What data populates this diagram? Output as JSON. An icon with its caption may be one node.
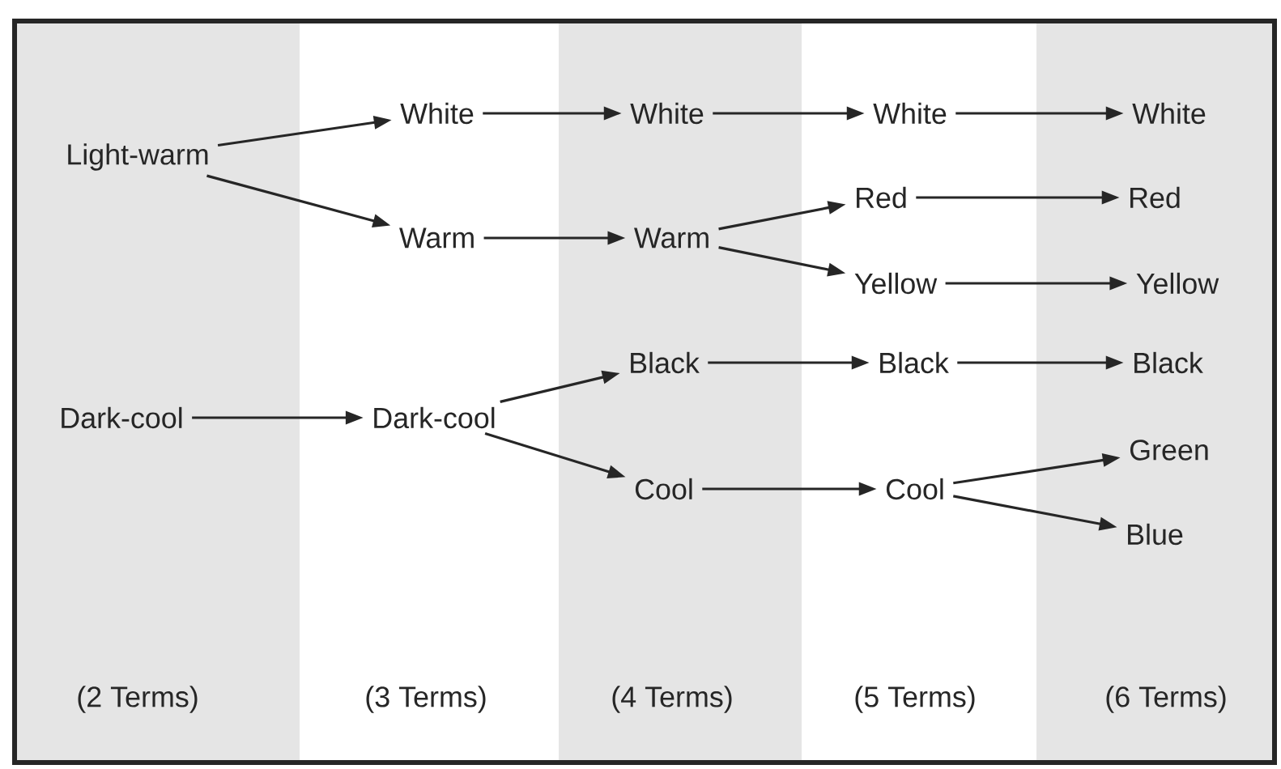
{
  "diagram": {
    "nodes": [
      {
        "text": [
          "Light-warm"
        ]
      },
      {
        "text": [
          "Dark-cool"
        ]
      },
      {
        "text": [
          "White"
        ]
      },
      {
        "text": [
          "Warm"
        ]
      },
      {
        "text": [
          "Dark-cool"
        ]
      },
      {
        "text": [
          "White"
        ]
      },
      {
        "text": [
          "Warm"
        ]
      },
      {
        "text": [
          "Black"
        ]
      },
      {
        "text": [
          "Cool"
        ]
      },
      {
        "text": [
          "White"
        ]
      },
      {
        "text": [
          "Red"
        ]
      },
      {
        "text": [
          "Yellow"
        ]
      },
      {
        "text": [
          "Black"
        ]
      },
      {
        "text": [
          "Cool"
        ]
      },
      {
        "text": [
          "White"
        ]
      },
      {
        "text": [
          "Red"
        ]
      },
      {
        "text": [
          "Yellow"
        ]
      },
      {
        "text": [
          "Black"
        ]
      },
      {
        "text": [
          "Green"
        ]
      },
      {
        "text": [
          "Blue"
        ]
      }
    ],
    "edges": [
      {
        "from": 0,
        "to": 2,
        "arrow": "to"
      },
      {
        "from": 0,
        "to": 3,
        "arrow": "to"
      },
      {
        "from": 1,
        "to": 4,
        "arrow": "to"
      },
      {
        "from": 2,
        "to": 5,
        "arrow": "to"
      },
      {
        "from": 3,
        "to": 6,
        "arrow": "to"
      },
      {
        "from": 4,
        "to": 7,
        "arrow": "to"
      },
      {
        "from": 4,
        "to": 8,
        "arrow": "to"
      },
      {
        "from": 5,
        "to": 9,
        "arrow": "to"
      },
      {
        "from": 6,
        "to": 10,
        "arrow": "to"
      },
      {
        "from": 6,
        "to": 11,
        "arrow": "to"
      },
      {
        "from": 7,
        "to": 12,
        "arrow": "to"
      },
      {
        "from": 8,
        "to": 13,
        "arrow": "to"
      },
      {
        "from": 9,
        "to": 14,
        "arrow": "to"
      },
      {
        "from": 10,
        "to": 15,
        "arrow": "to"
      },
      {
        "from": 11,
        "to": 16,
        "arrow": "to"
      },
      {
        "from": 12,
        "to": 17,
        "arrow": "to"
      },
      {
        "from": 13,
        "to": 18,
        "arrow": "to"
      },
      {
        "from": 13,
        "to": 19,
        "arrow": "to"
      }
    ],
    "labels": [
      "(2 Terms)",
      "(3 Terms)",
      "(4 Terms)",
      "(5 Terms)",
      "(6 Terms)"
    ]
  }
}
